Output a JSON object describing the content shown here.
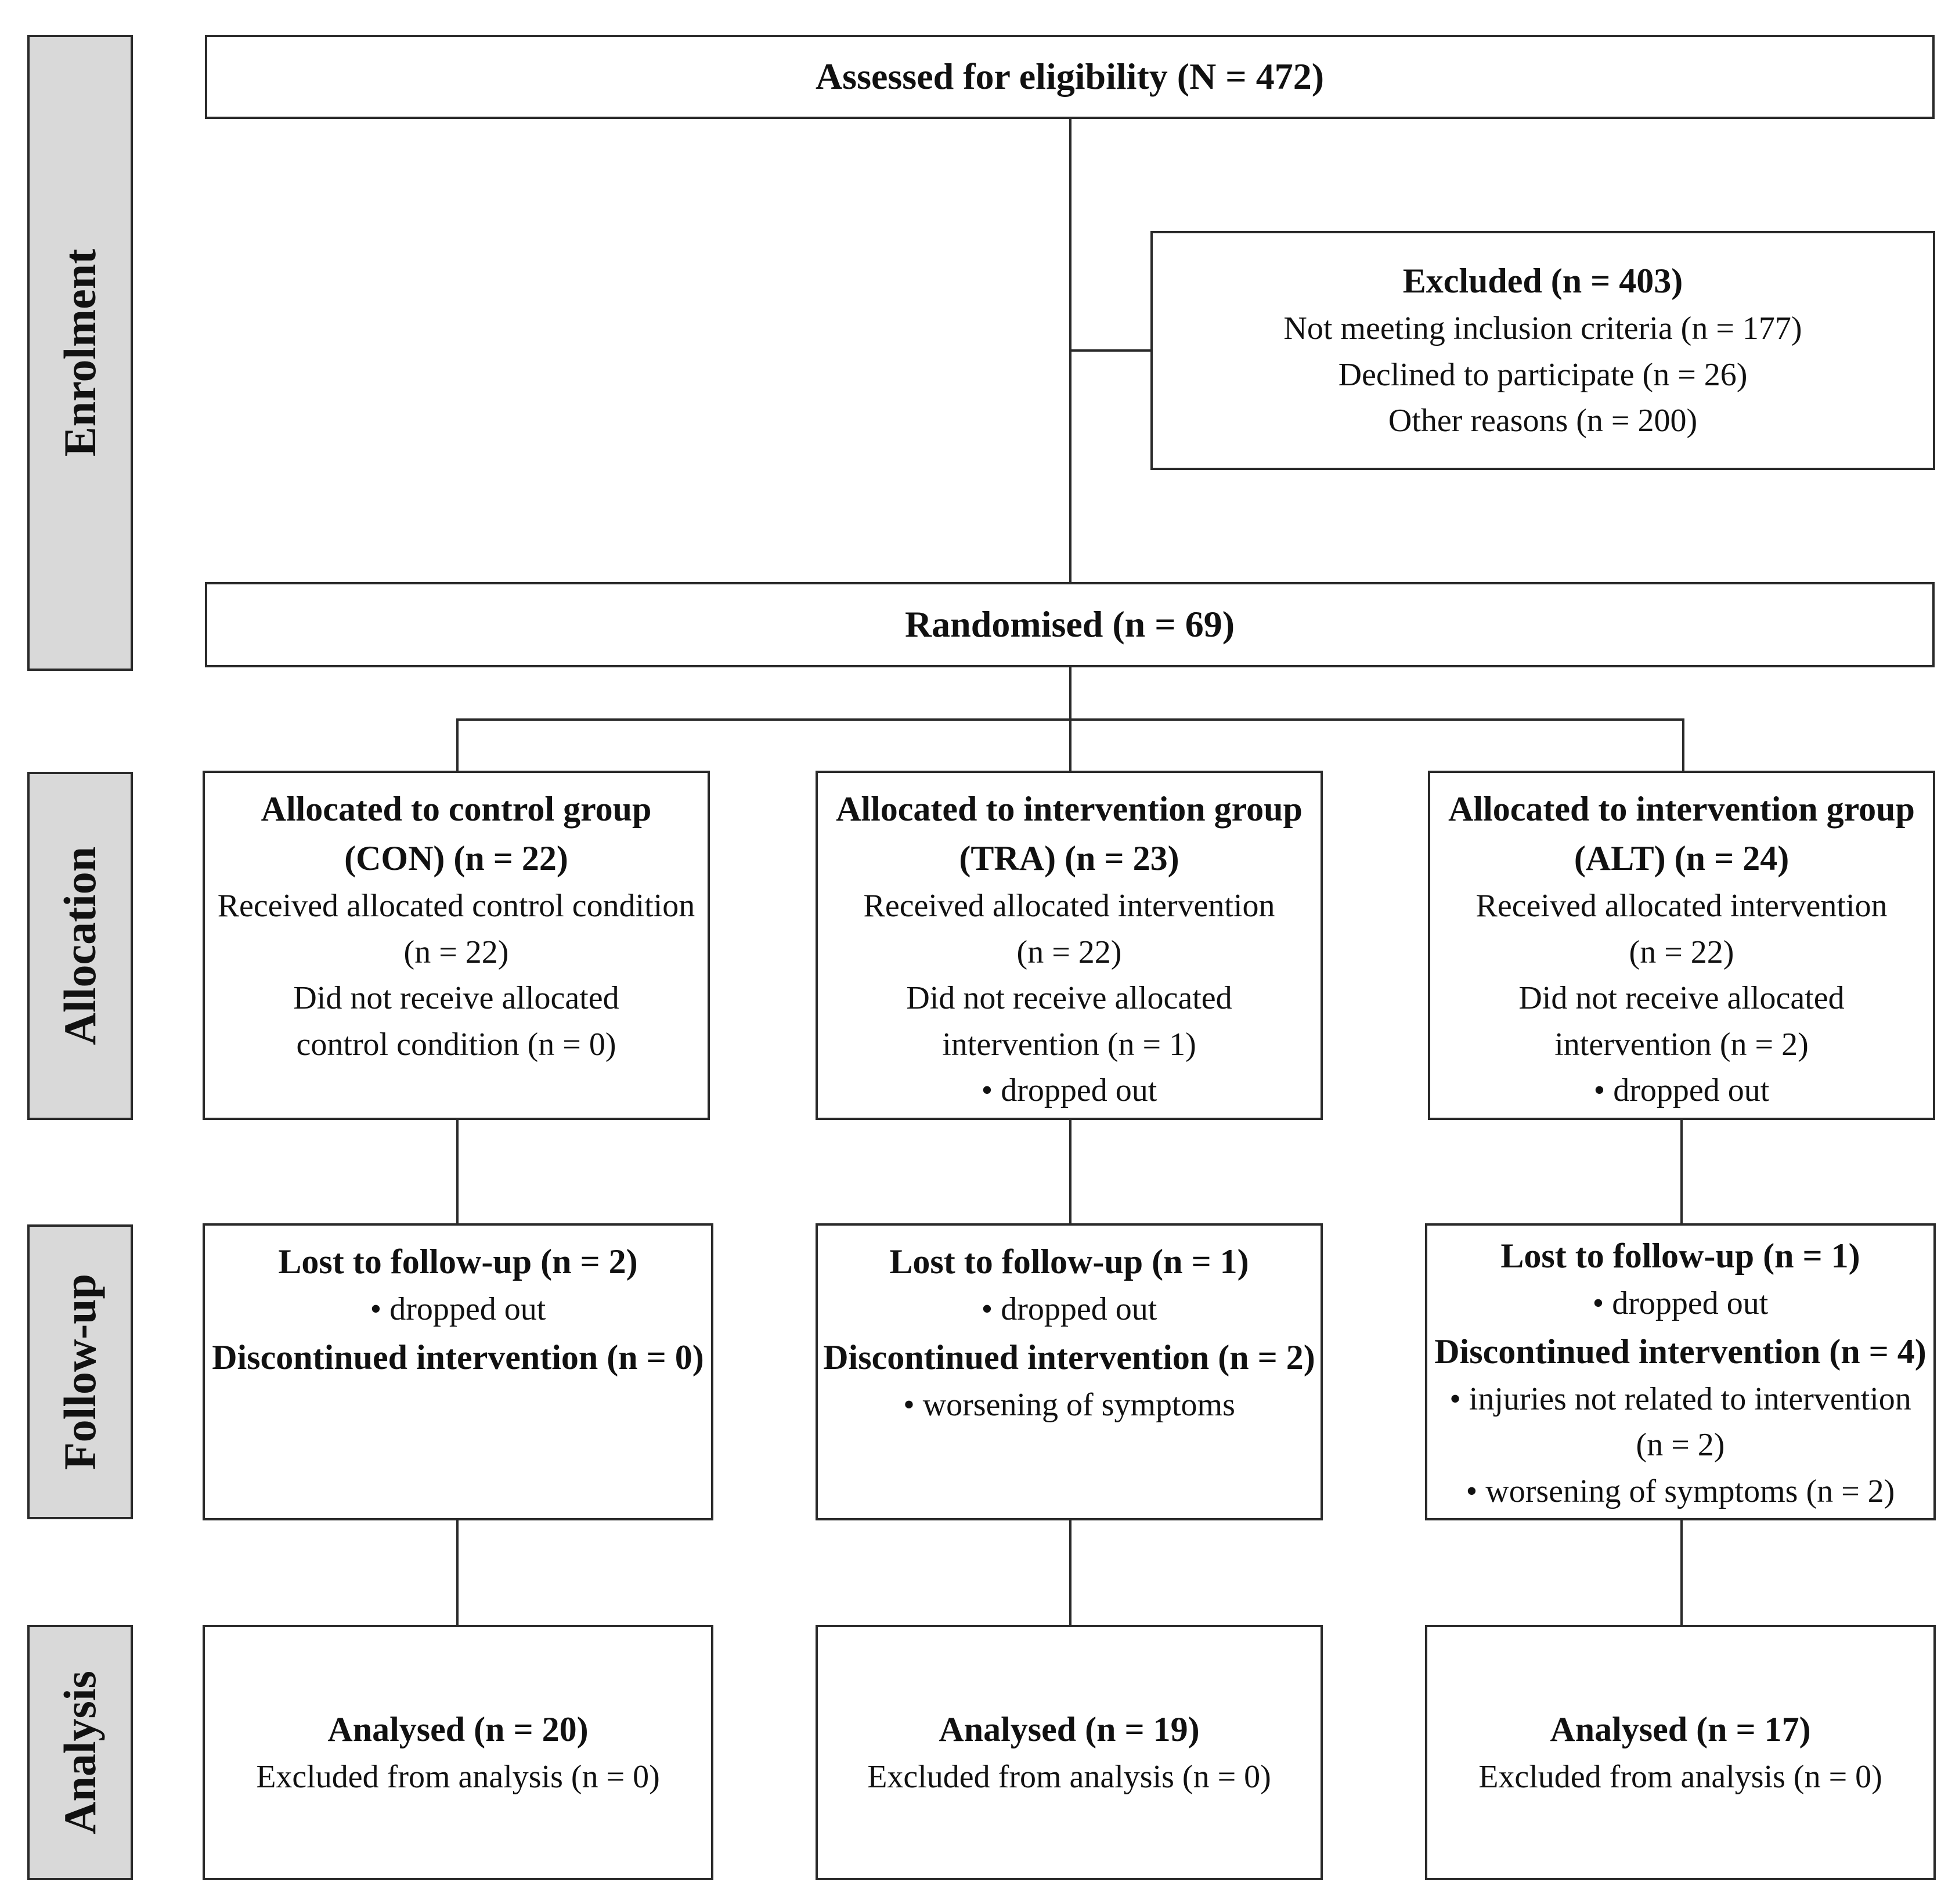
{
  "stages": {
    "enrolment": "Enrolment",
    "allocation": "Allocation",
    "follow_up": "Follow-up",
    "analysis": "Analysis"
  },
  "assessed": "Assessed for eligibility (N = 472)",
  "excluded": {
    "title": "Excluded (n = 403)",
    "line1": "Not meeting inclusion criteria (n = 177)",
    "line2": "Declined to participate (n = 26)",
    "line3": "Other reasons (n = 200)"
  },
  "randomised": "Randomised (n = 69)",
  "allocation": {
    "con": {
      "title1": "Allocated to control group",
      "title2": "(CON) (n = 22)",
      "l1": "Received allocated control condition",
      "l2": "(n = 22)",
      "l3": "Did not receive allocated",
      "l4": "control condition (n = 0)"
    },
    "tra": {
      "title1": "Allocated to intervention group",
      "title2": "(TRA) (n = 23)",
      "l1": "Received allocated intervention",
      "l2": "(n = 22)",
      "l3": "Did not receive allocated",
      "l4": "intervention (n = 1)",
      "l5": "• dropped out"
    },
    "alt": {
      "title1": "Allocated to intervention group",
      "title2": "(ALT) (n = 24)",
      "l1": "Received allocated intervention",
      "l2": "(n = 22)",
      "l3": "Did not receive allocated",
      "l4": "intervention (n = 2)",
      "l5": "• dropped out"
    }
  },
  "followup": {
    "con": {
      "lost": "Lost to follow-up (n = 2)",
      "lost_reason": "• dropped out",
      "disc": "Discontinued intervention (n = 0)"
    },
    "tra": {
      "lost": "Lost to follow-up (n = 1)",
      "lost_reason": "• dropped out",
      "disc": "Discontinued intervention (n = 2)",
      "disc_r1": "• worsening of symptoms"
    },
    "alt": {
      "lost": "Lost to follow-up (n = 1)",
      "lost_reason": "• dropped out",
      "disc": "Discontinued intervention (n = 4)",
      "disc_r1": "• injuries not related to intervention",
      "disc_r2": "(n = 2)",
      "disc_r3": "• worsening of symptoms (n = 2)"
    }
  },
  "analysis": {
    "con": {
      "analysed": "Analysed (n = 20)",
      "excluded": "Excluded from analysis (n = 0)"
    },
    "tra": {
      "analysed": "Analysed (n = 19)",
      "excluded": "Excluded from analysis (n = 0)"
    },
    "alt": {
      "analysed": "Analysed (n = 17)",
      "excluded": "Excluded from analysis (n = 0)"
    }
  }
}
